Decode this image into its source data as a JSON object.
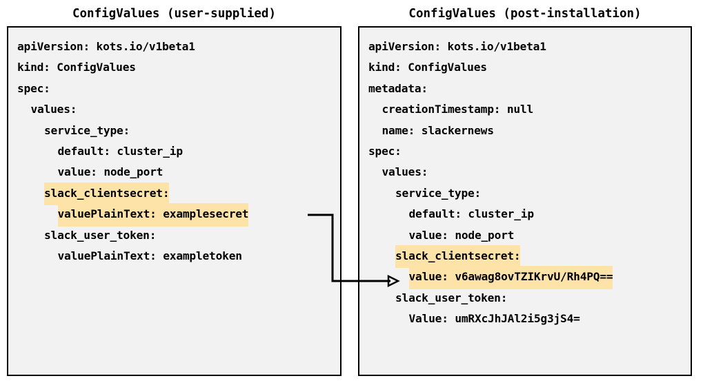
{
  "figure": {
    "type": "diagram",
    "background_color": "#ffffff",
    "highlight_color": "#fde3a7",
    "panel_background_color": "#f2f2f2",
    "panel_border_color": "#000000",
    "text_color": "#000000"
  },
  "panels": [
    {
      "id": "user-supplied",
      "title": "ConfigValues (user-supplied)",
      "lines": [
        {
          "text": "apiVersion: kots.io/v1beta1",
          "indent": 0,
          "highlight": false
        },
        {
          "text": "kind: ConfigValues",
          "indent": 0,
          "highlight": false
        },
        {
          "text": "spec:",
          "indent": 0,
          "highlight": false
        },
        {
          "text": "values:",
          "indent": 1,
          "highlight": false
        },
        {
          "text": "service_type:",
          "indent": 2,
          "highlight": false
        },
        {
          "text": "default: cluster_ip",
          "indent": 3,
          "highlight": false
        },
        {
          "text": "value: node_port",
          "indent": 3,
          "highlight": false
        },
        {
          "text": "slack_clientsecret:",
          "indent": 2,
          "highlight": true
        },
        {
          "text": "valuePlainText: examplesecret",
          "indent": 3,
          "highlight": true
        },
        {
          "text": "slack_user_token:",
          "indent": 2,
          "highlight": false
        },
        {
          "text": "valuePlainText: exampletoken",
          "indent": 3,
          "highlight": false
        }
      ]
    },
    {
      "id": "post-installation",
      "title": "ConfigValues (post-installation)",
      "lines": [
        {
          "text": "apiVersion: kots.io/v1beta1",
          "indent": 0,
          "highlight": false
        },
        {
          "text": "kind: ConfigValues",
          "indent": 0,
          "highlight": false
        },
        {
          "text": "metadata:",
          "indent": 0,
          "highlight": false
        },
        {
          "text": "creationTimestamp: null",
          "indent": 1,
          "highlight": false
        },
        {
          "text": "name: slackernews",
          "indent": 1,
          "highlight": false
        },
        {
          "text": "spec:",
          "indent": 0,
          "highlight": false
        },
        {
          "text": "values:",
          "indent": 1,
          "highlight": false
        },
        {
          "text": "service_type:",
          "indent": 2,
          "highlight": false
        },
        {
          "text": "default: cluster_ip",
          "indent": 3,
          "highlight": false
        },
        {
          "text": "value: node_port",
          "indent": 3,
          "highlight": false
        },
        {
          "text": "slack_clientsecret:",
          "indent": 2,
          "highlight": true
        },
        {
          "text": "value: v6awag8ovTZIKrvU/Rh4PQ==",
          "indent": 3,
          "highlight": true
        },
        {
          "text": "slack_user_token:",
          "indent": 2,
          "highlight": false
        },
        {
          "text": "Value: umRXcJhJAl2i5g3jS4=",
          "indent": 3,
          "highlight": false
        }
      ]
    }
  ],
  "connector": {
    "label": "",
    "from": "user-supplied valuePlainText: examplesecret",
    "to": "post-installation value: v6awag8ovTZIKrvU/Rh4PQ==",
    "arrowhead": "open-triangle",
    "color": "#000000"
  }
}
